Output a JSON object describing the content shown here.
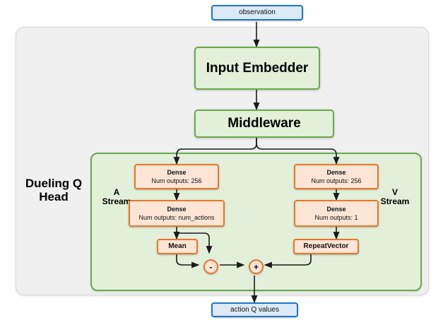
{
  "diagram": {
    "title": "Dueling Q Head network architecture",
    "colors": {
      "io_fill": "#dce9f7",
      "io_border": "#1f77c4",
      "module_fill": "#e2efd9",
      "module_border": "#6aa84f",
      "layer_fill": "#fce5d4",
      "layer_border": "#e8762c",
      "panel_fill": "#f0f0f0",
      "panel_border": "#d8d8d8",
      "edge": "#1a1a1a"
    },
    "io": {
      "input_label": "observation",
      "output_label": "action Q values"
    },
    "modules": {
      "input_embedder": "Input Embedder",
      "middleware": "Middleware"
    },
    "head": {
      "name": "Dueling Q\nHead",
      "a_stream_label": "A\nStream",
      "v_stream_label": "V\nStream"
    },
    "a_stream": {
      "dense1": {
        "type": "Dense",
        "detail": "Num outputs: 256"
      },
      "dense2": {
        "type": "Dense",
        "detail": "Num outputs: num_actions"
      },
      "mean": "Mean"
    },
    "v_stream": {
      "dense1": {
        "type": "Dense",
        "detail": "Num outputs: 256"
      },
      "dense2": {
        "type": "Dense",
        "detail": "Num outputs: 1"
      },
      "repeat_vector": "RepeatVector"
    },
    "operators": {
      "subtract": "-",
      "add": "+"
    }
  }
}
